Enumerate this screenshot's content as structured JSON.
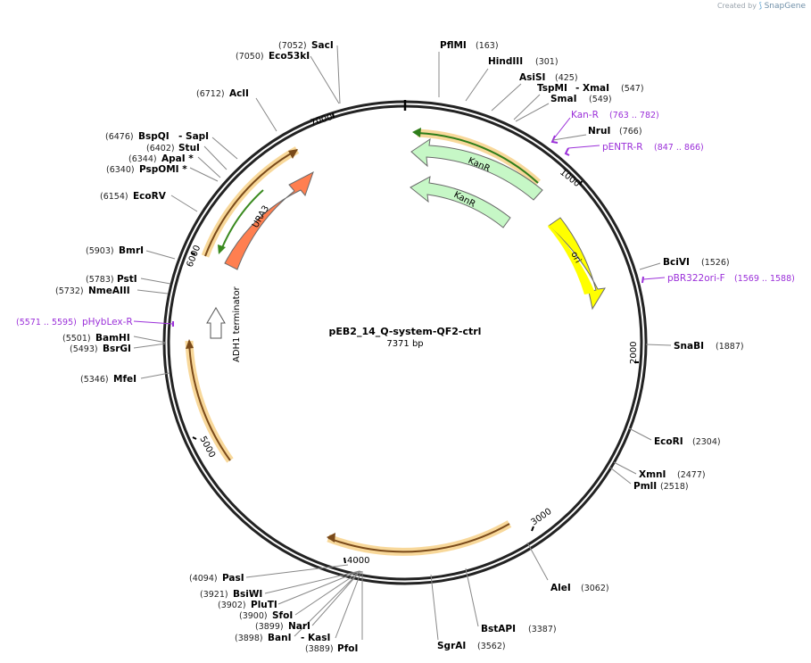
{
  "credit": {
    "prefix": "Created by",
    "brand": "SnapGene"
  },
  "plasmid": {
    "name": "pEB2_14_Q-system-QF2-ctrl",
    "length_label": "7371 bp",
    "length": 7371
  },
  "ticks": [
    "1000",
    "2000",
    "3000",
    "4000",
    "5000",
    "6000",
    "7000"
  ],
  "enzymes": [
    {
      "name": "PflMI",
      "pos": "(163)"
    },
    {
      "name": "HindIII",
      "pos": "(301)"
    },
    {
      "name": "AsiSI",
      "pos": "(425)"
    },
    {
      "name": "TspMI",
      "pos": ""
    },
    {
      "name": "- XmaI",
      "pos": "(547)"
    },
    {
      "name": "SmaI",
      "pos": "(549)"
    },
    {
      "name": "NruI",
      "pos": "(766)"
    },
    {
      "name": "BciVI",
      "pos": "(1526)"
    },
    {
      "name": "SnaBI",
      "pos": "(1887)"
    },
    {
      "name": "EcoRI",
      "pos": "(2304)"
    },
    {
      "name": "XmnI",
      "pos": "(2477)"
    },
    {
      "name": "PmlI",
      "pos": "(2518)"
    },
    {
      "name": "AleI",
      "pos": "(3062)"
    },
    {
      "name": "BstAPI",
      "pos": "(3387)"
    },
    {
      "name": "SgrAI",
      "pos": "(3562)"
    },
    {
      "name": "PfoI",
      "pos": "(3889)"
    },
    {
      "name": "- KasI",
      "pos": ""
    },
    {
      "name": "BanI",
      "pos": "(3898)"
    },
    {
      "name": "NarI",
      "pos": "(3899)"
    },
    {
      "name": "SfoI",
      "pos": "(3900)"
    },
    {
      "name": "PluTI",
      "pos": "(3902)"
    },
    {
      "name": "BsiWI",
      "pos": "(3921)"
    },
    {
      "name": "PasI",
      "pos": "(4094)"
    },
    {
      "name": "MfeI",
      "pos": "(5346)"
    },
    {
      "name": "BsrGI",
      "pos": "(5493)"
    },
    {
      "name": "BamHI",
      "pos": "(5501)"
    },
    {
      "name": "NmeAIII",
      "pos": "(5732)"
    },
    {
      "name": "PstI",
      "pos": "(5783)"
    },
    {
      "name": "BmrI",
      "pos": "(5903)"
    },
    {
      "name": "EcoRV",
      "pos": "(6154)"
    },
    {
      "name": "PspOMI *",
      "pos": "(6340)"
    },
    {
      "name": "ApaI *",
      "pos": "(6344)"
    },
    {
      "name": "StuI",
      "pos": "(6402)"
    },
    {
      "name": "BspQI",
      "pos": "(6476)"
    },
    {
      "name": "- SapI",
      "pos": ""
    },
    {
      "name": "AclI",
      "pos": "(6712)"
    },
    {
      "name": "Eco53kI",
      "pos": "(7050)"
    },
    {
      "name": "SacI",
      "pos": "(7052)"
    }
  ],
  "primers": [
    {
      "name": "Kan-R",
      "pos": "(763 .. 782)"
    },
    {
      "name": "pENTR-R",
      "pos": "(847 .. 866)"
    },
    {
      "name": "pBR322ori-F",
      "pos": "(1569 .. 1588)"
    },
    {
      "name": "pHybLex-R",
      "pos": "(5571 .. 5595)"
    }
  ],
  "features": [
    {
      "name": "KanR",
      "color": "#c6f7c6"
    },
    {
      "name": "KanR",
      "color": "#c6f7c6"
    },
    {
      "name": "ori",
      "color": "#ffff00"
    },
    {
      "name": "URA3",
      "color": "#ff7f50"
    },
    {
      "name": "ADH1 terminator",
      "color": "#ffffff"
    }
  ],
  "colors": {
    "backbone": "#222222",
    "primer": "#9b30d9",
    "orf": "#f5c97a",
    "orf_inner": "#2e7d1a"
  }
}
